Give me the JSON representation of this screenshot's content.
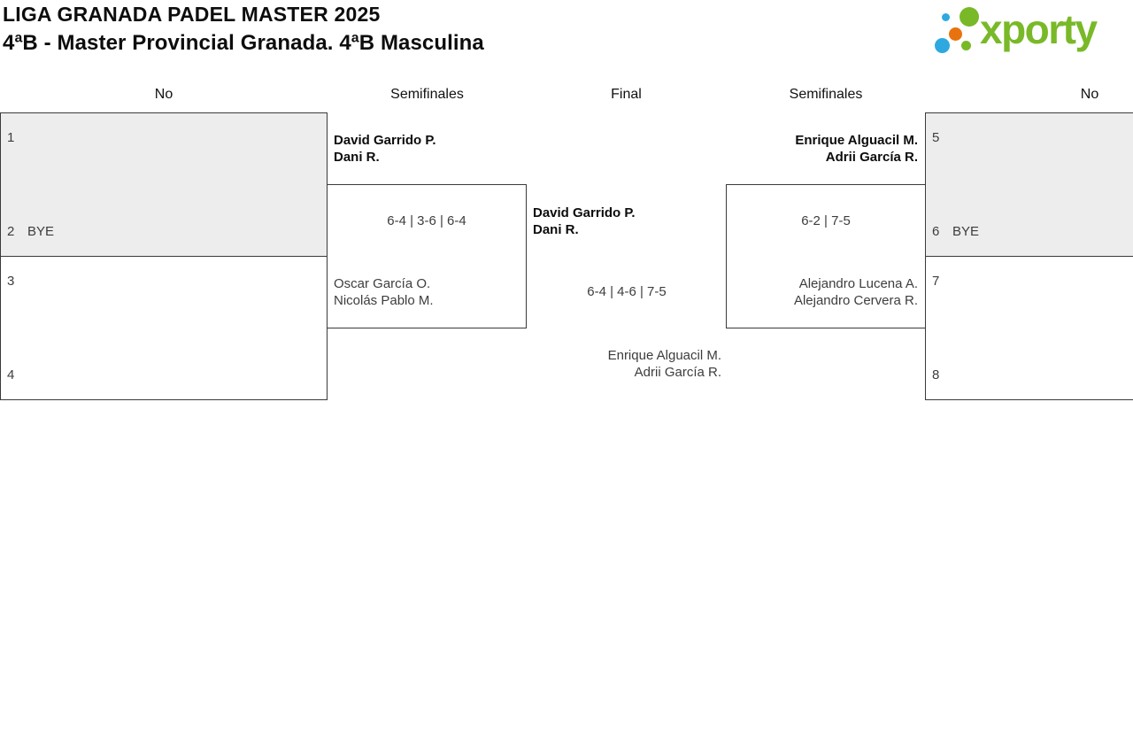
{
  "header": {
    "title_line1": "LIGA GRANADA PADEL MASTER 2025",
    "title_line2": "4ªB - Master Provincial Granada. 4ªB Masculina"
  },
  "logo": {
    "text": "xporty",
    "green": "#79B928",
    "blue": "#2EA9E0",
    "orange": "#E8730E"
  },
  "columns": [
    "No",
    "Semifinales",
    "Final",
    "Semifinales",
    "No"
  ],
  "bracket": {
    "seeds_left": [
      {
        "n": "1",
        "label": ""
      },
      {
        "n": "2",
        "label": "BYE"
      },
      {
        "n": "3",
        "label": ""
      },
      {
        "n": "4",
        "label": ""
      }
    ],
    "seeds_right": [
      {
        "n": "5",
        "label": ""
      },
      {
        "n": "6",
        "label": "BYE"
      },
      {
        "n": "7",
        "label": ""
      },
      {
        "n": "8",
        "label": ""
      }
    ],
    "semifinal_left": {
      "winner1": "David Garrido P.",
      "winner2": "Dani R.",
      "score": "6-4 | 3-6 | 6-4",
      "loser1": "Oscar García O.",
      "loser2": "Nicolás Pablo M."
    },
    "final": {
      "winner1": "David Garrido P.",
      "winner2": "Dani R.",
      "score": "6-4 | 4-6 | 7-5",
      "loser1": "Enrique Alguacil M.",
      "loser2": "Adrii García R."
    },
    "semifinal_right": {
      "winner1": "Enrique Alguacil M.",
      "winner2": "Adrii García R.",
      "score": "6-2 | 7-5",
      "loser1": "Alejandro Lucena A.",
      "loser2": "Alejandro Cervera R."
    }
  }
}
